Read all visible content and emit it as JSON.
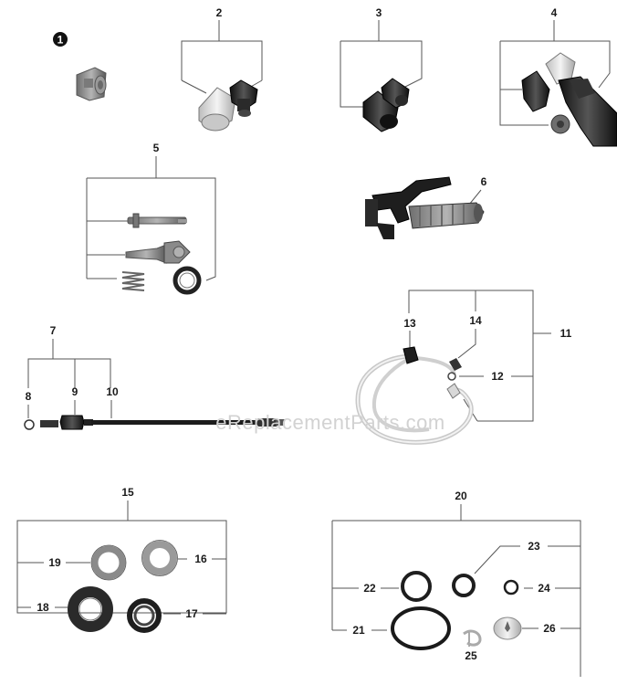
{
  "watermark": "eReplacementParts.com",
  "callouts": {
    "c1": "1",
    "c2": "2",
    "c3": "3",
    "c4": "4",
    "c5": "5",
    "c6": "6",
    "c7": "7",
    "c8": "8",
    "c9": "9",
    "c10": "10",
    "c11": "11",
    "c12": "12",
    "c13": "13",
    "c14": "14",
    "c15": "15",
    "c16": "16",
    "c17": "17",
    "c18": "18",
    "c19": "19",
    "c20": "20",
    "c21": "21",
    "c22": "22",
    "c23": "23",
    "c24": "24",
    "c25": "25",
    "c26": "26"
  },
  "colors": {
    "line": "#555555",
    "part_dark": "#1e1e1e",
    "part_gray": "#8c8c8c",
    "part_light": "#d9d9d9"
  }
}
